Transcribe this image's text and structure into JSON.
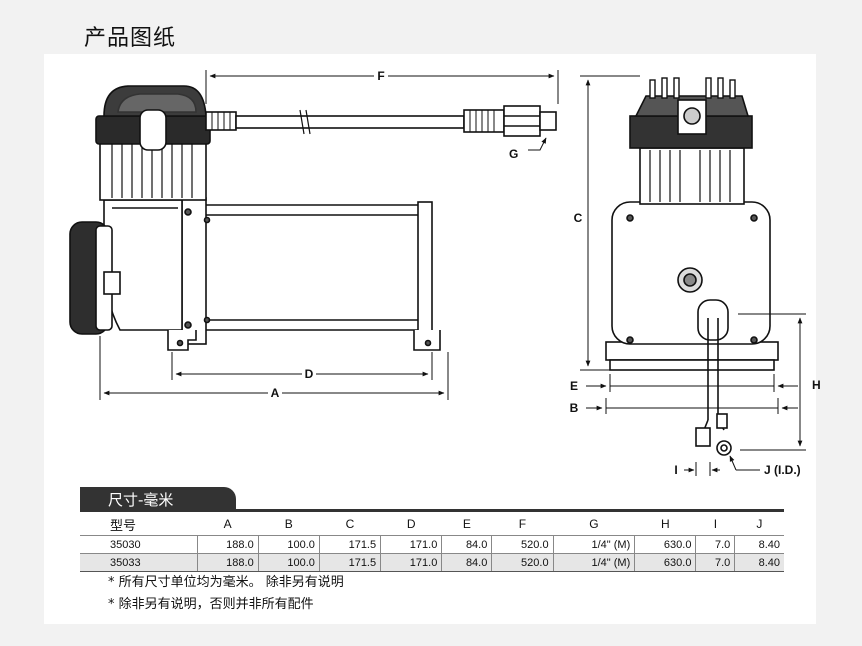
{
  "page_title": "产品图纸",
  "dimension_labels": {
    "A": "A",
    "B": "B",
    "C": "C",
    "D": "D",
    "E": "E",
    "F": "F",
    "G": "G",
    "H": "H",
    "I": "I",
    "J": "J (I.D.)"
  },
  "spec_table": {
    "tab_label": "尺寸-毫米",
    "headers": [
      "型号",
      "A",
      "B",
      "C",
      "D",
      "E",
      "F",
      "G",
      "H",
      "I",
      "J"
    ],
    "rows": [
      [
        "35030",
        "188.0",
        "100.0",
        "171.5",
        "171.0",
        "84.0",
        "520.0",
        "1/4\" (M)",
        "630.0",
        "7.0",
        "8.40"
      ],
      [
        "35033",
        "188.0",
        "100.0",
        "171.5",
        "171.0",
        "84.0",
        "520.0",
        "1/4\" (M)",
        "630.0",
        "7.0",
        "8.40"
      ]
    ]
  },
  "notes": [
    "* 所有尺寸单位均为毫米。 除非另有说明",
    "* 除非另有说明，否则并非所有配件"
  ],
  "colors": {
    "tab_bg": "#333333",
    "row_alt": "#e6e6e6",
    "line": "#111111"
  }
}
